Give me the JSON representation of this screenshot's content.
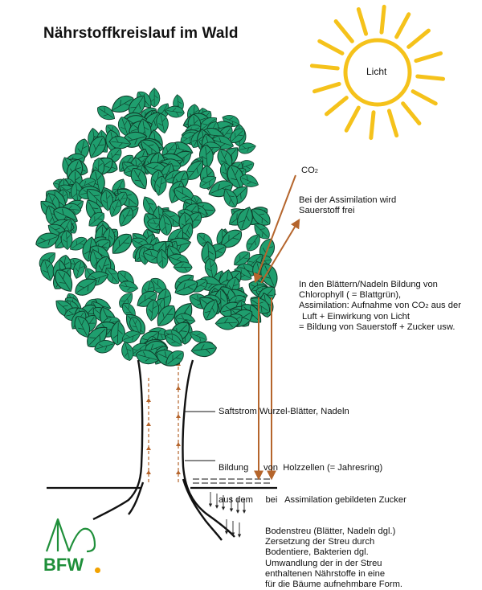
{
  "title": "Nährstoffkreislauf im Wald",
  "sun": {
    "label": "Licht"
  },
  "co2": {
    "base": "CO",
    "sub": "2"
  },
  "annotations": {
    "assimilation": [
      "Bei der Assimilation wird",
      "Sauerstoff frei"
    ],
    "chlorophyll": {
      "l1": "In den Blättern/Nadeln Bildung von",
      "l2": "Chlorophyll ( = Blattgrün),",
      "l3a": "Assimilation: Aufnahme von CO",
      "l3sub": "2",
      "l3b": " aus der",
      "l4": "Luft + Einwirkung von Licht",
      "l5": "= Bildung von Sauerstoff + Zucker usw."
    },
    "saftstrom": "Saftstrom Wurzel-Blätter, Nadeln",
    "holzzellen": [
      "Bildung      von  Holzzellen (= Jahresring)",
      "aus dem     bei   Assimilation gebildeten Zucker"
    ],
    "bodenstreu": [
      "Bodenstreu (Blätter, Nadeln dgl.)",
      "Zersetzung der Streu durch",
      "Bodentiere, Bakterien dgl.",
      "Umwandlung der in der Streu",
      "enthaltenen Nährstoffe in eine",
      "für die Bäume aufnehmbare Form."
    ]
  },
  "logo": {
    "text": "BFW"
  },
  "colors": {
    "leaf": "#1f9e6e",
    "arrow": "#b5652c",
    "sun": "#f5c21b",
    "logo": "#1f8f3a",
    "logo_dot": "#f2a200"
  }
}
